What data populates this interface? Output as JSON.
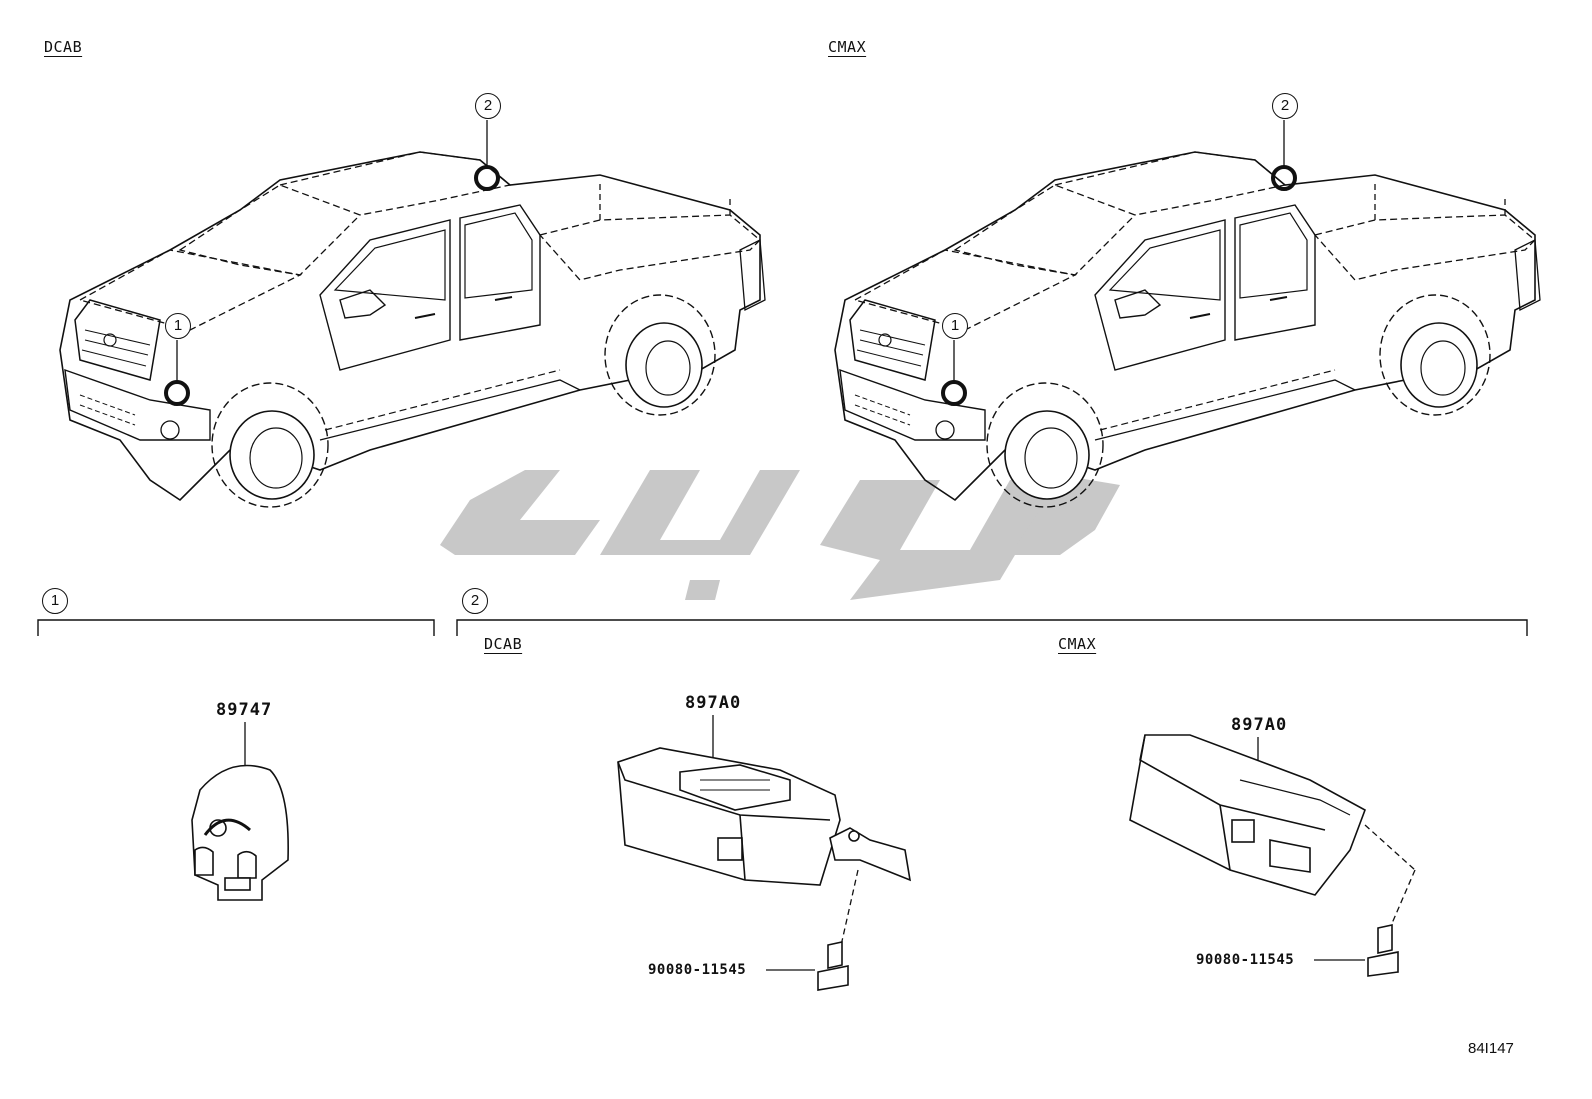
{
  "views": {
    "left_title": "DCAB",
    "right_title": "CMAX"
  },
  "callouts": {
    "one": "1",
    "two": "2"
  },
  "section1": {
    "index": "1",
    "part_number": "89747"
  },
  "section2": {
    "index": "2",
    "dcab_label": "DCAB",
    "cmax_label": "CMAX",
    "dcab_part": "897A0",
    "dcab_bolt": "90080-11545",
    "cmax_part": "897A0",
    "cmax_bolt": "90080-11545"
  },
  "figure_ref": "84I147",
  "watermark": {
    "logo_text": "تویوپارت",
    "color": "#c8c8c8"
  },
  "icons": {
    "truck": "pickup-truck-outline",
    "sensor": "impact-sensor",
    "module": "control-module",
    "bolt": "flange-bolt"
  }
}
